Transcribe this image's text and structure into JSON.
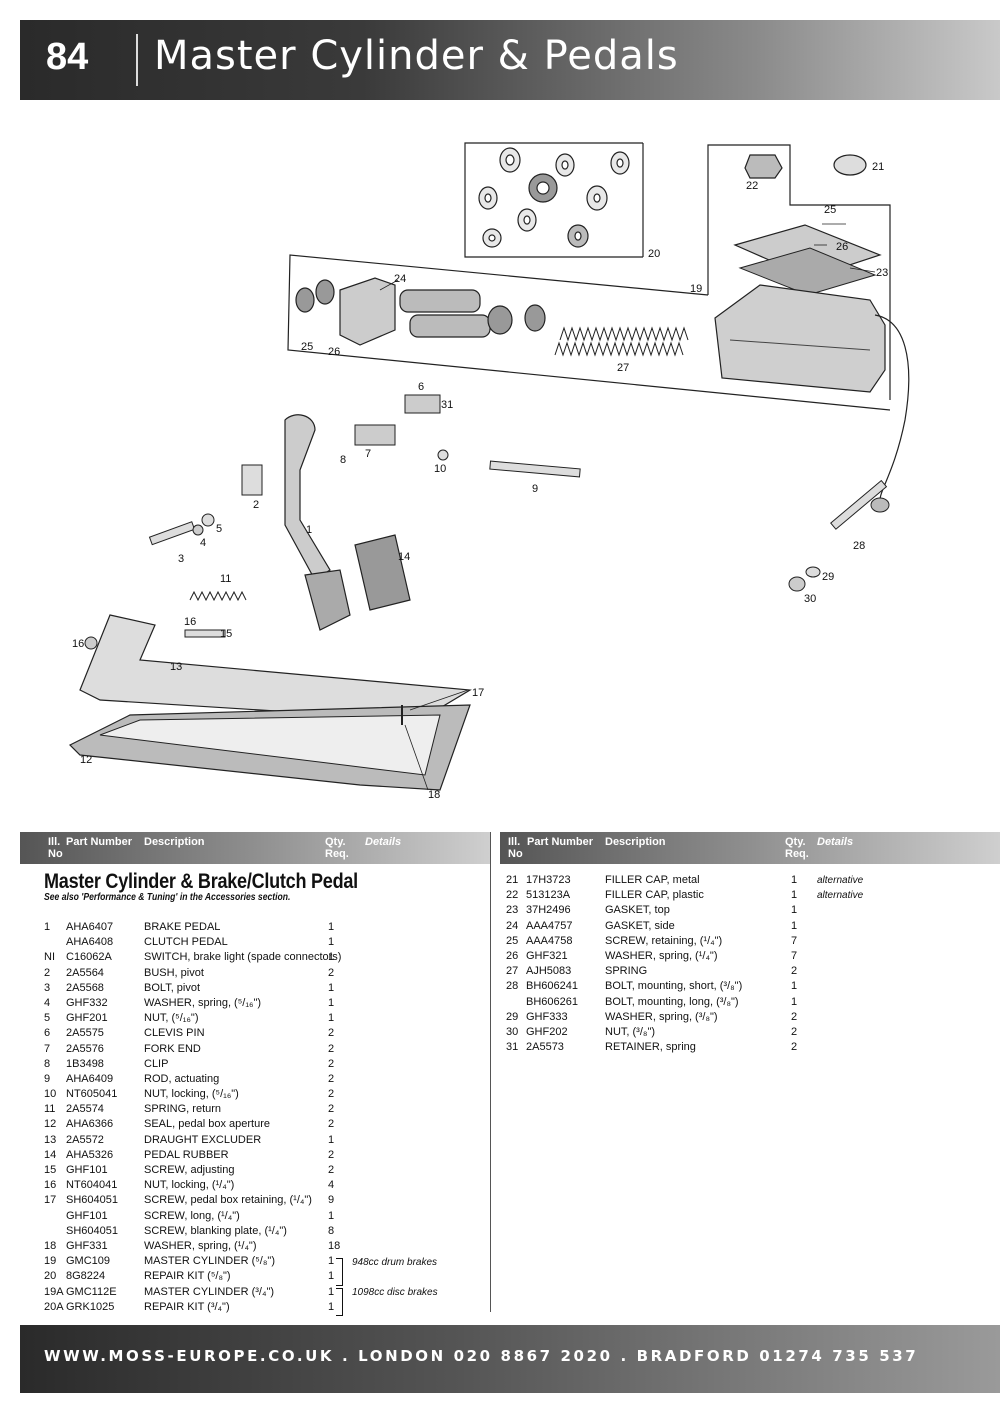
{
  "header": {
    "page_number": "84",
    "title": "Master Cylinder & Pedals"
  },
  "callouts": [
    "1",
    "2",
    "3",
    "4",
    "5",
    "6",
    "7",
    "8",
    "9",
    "10",
    "11",
    "12",
    "13",
    "14",
    "15",
    "16",
    "17",
    "18",
    "19",
    "20",
    "21",
    "22",
    "23",
    "24",
    "25",
    "26",
    "27",
    "28",
    "29",
    "30",
    "31"
  ],
  "table_headers": {
    "ill": "Ill.",
    "no": "No",
    "part": "Part Number",
    "desc": "Description",
    "qty": "Qty.",
    "req": "Req.",
    "details": "Details"
  },
  "section": {
    "title": "Master Cylinder & Brake/Clutch Pedal",
    "subtitle": "See also 'Performance & Tuning' in the Accessories section."
  },
  "left_rows": [
    {
      "ill": "1",
      "part": "AHA6407",
      "desc": "BRAKE PEDAL",
      "qty": "1"
    },
    {
      "ill": "",
      "part": "AHA6408",
      "desc": "CLUTCH PEDAL",
      "qty": "1"
    },
    {
      "ill": "NI",
      "part": "C16062A",
      "desc": "SWITCH, brake light (spade connectors)",
      "qty": "1"
    },
    {
      "ill": "2",
      "part": "2A5564",
      "desc": "BUSH, pivot",
      "qty": "2"
    },
    {
      "ill": "3",
      "part": "2A5568",
      "desc": "BOLT, pivot",
      "qty": "1"
    },
    {
      "ill": "4",
      "part": "GHF332",
      "desc": "WASHER, spring, (⁵/₁₆\")",
      "qty": "1"
    },
    {
      "ill": "5",
      "part": "GHF201",
      "desc": "NUT, (⁵/₁₆\")",
      "qty": "1"
    },
    {
      "ill": "6",
      "part": "2A5575",
      "desc": "CLEVIS PIN",
      "qty": "2"
    },
    {
      "ill": "7",
      "part": "2A5576",
      "desc": "FORK END",
      "qty": "2"
    },
    {
      "ill": "8",
      "part": "1B3498",
      "desc": "CLIP",
      "qty": "2"
    },
    {
      "ill": "9",
      "part": "AHA6409",
      "desc": "ROD, actuating",
      "qty": "2"
    },
    {
      "ill": "10",
      "part": "NT605041",
      "desc": "NUT, locking, (⁵/₁₆\")",
      "qty": "2"
    },
    {
      "ill": "11",
      "part": "2A5574",
      "desc": "SPRING, return",
      "qty": "2"
    },
    {
      "ill": "12",
      "part": "AHA6366",
      "desc": "SEAL, pedal box aperture",
      "qty": "2"
    },
    {
      "ill": "13",
      "part": "2A5572",
      "desc": "DRAUGHT EXCLUDER",
      "qty": "1"
    },
    {
      "ill": "14",
      "part": "AHA5326",
      "desc": "PEDAL RUBBER",
      "qty": "2"
    },
    {
      "ill": "15",
      "part": "GHF101",
      "desc": "SCREW, adjusting",
      "qty": "2"
    },
    {
      "ill": "16",
      "part": "NT604041",
      "desc": "NUT, locking, (¹/₄\")",
      "qty": "4"
    },
    {
      "ill": "17",
      "part": "SH604051",
      "desc": "SCREW, pedal box retaining, (¹/₄\")",
      "qty": "9"
    },
    {
      "ill": "",
      "part": "GHF101",
      "desc": "SCREW, long, (¹/₄\")",
      "qty": "1"
    },
    {
      "ill": "",
      "part": "SH604051",
      "desc": "SCREW, blanking plate, (¹/₄\")",
      "qty": "8"
    },
    {
      "ill": "18",
      "part": "GHF331",
      "desc": "WASHER, spring, (¹/₄\")",
      "qty": "18"
    },
    {
      "ill": "19",
      "part": "GMC109",
      "desc": "MASTER CYLINDER (⁵/₈\")",
      "qty": "1"
    },
    {
      "ill": "20",
      "part": "8G8224",
      "desc": "REPAIR KIT (⁵/₈\")",
      "qty": "1"
    },
    {
      "ill": "19A",
      "part": "GMC112E",
      "desc": "MASTER CYLINDER (³/₄\")",
      "qty": "1"
    },
    {
      "ill": "20A",
      "part": "GRK1025",
      "desc": "REPAIR KIT (³/₄\")",
      "qty": "1"
    }
  ],
  "left_notes": {
    "drum": "948cc drum brakes",
    "disc": "1098cc disc brakes"
  },
  "right_rows": [
    {
      "ill": "21",
      "part": "17H3723",
      "desc": "FILLER CAP, metal",
      "qty": "1",
      "details": "alternative"
    },
    {
      "ill": "22",
      "part": "513123A",
      "desc": "FILLER CAP, plastic",
      "qty": "1",
      "details": "alternative"
    },
    {
      "ill": "23",
      "part": "37H2496",
      "desc": "GASKET, top",
      "qty": "1",
      "details": ""
    },
    {
      "ill": "24",
      "part": "AAA4757",
      "desc": "GASKET, side",
      "qty": "1",
      "details": ""
    },
    {
      "ill": "25",
      "part": "AAA4758",
      "desc": "SCREW, retaining, (¹/₄\")",
      "qty": "7",
      "details": ""
    },
    {
      "ill": "26",
      "part": "GHF321",
      "desc": "WASHER, spring, (¹/₄\")",
      "qty": "7",
      "details": ""
    },
    {
      "ill": "27",
      "part": "AJH5083",
      "desc": "SPRING",
      "qty": "2",
      "details": ""
    },
    {
      "ill": "28",
      "part": "BH606241",
      "desc": "BOLT, mounting, short, (³/₈\")",
      "qty": "1",
      "details": ""
    },
    {
      "ill": "",
      "part": "BH606261",
      "desc": "BOLT, mounting, long, (³/₈\")",
      "qty": "1",
      "details": ""
    },
    {
      "ill": "29",
      "part": "GHF333",
      "desc": "WASHER, spring, (³/₈\")",
      "qty": "2",
      "details": ""
    },
    {
      "ill": "30",
      "part": "GHF202",
      "desc": "NUT, (³/₈\")",
      "qty": "2",
      "details": ""
    },
    {
      "ill": "31",
      "part": "2A5573",
      "desc": "RETAINER, spring",
      "qty": "2",
      "details": ""
    }
  ],
  "footer": {
    "text": "WWW.MOSS-EUROPE.CO.UK . LONDON 020 8867 2020 . BRADFORD 01274 735 537"
  }
}
